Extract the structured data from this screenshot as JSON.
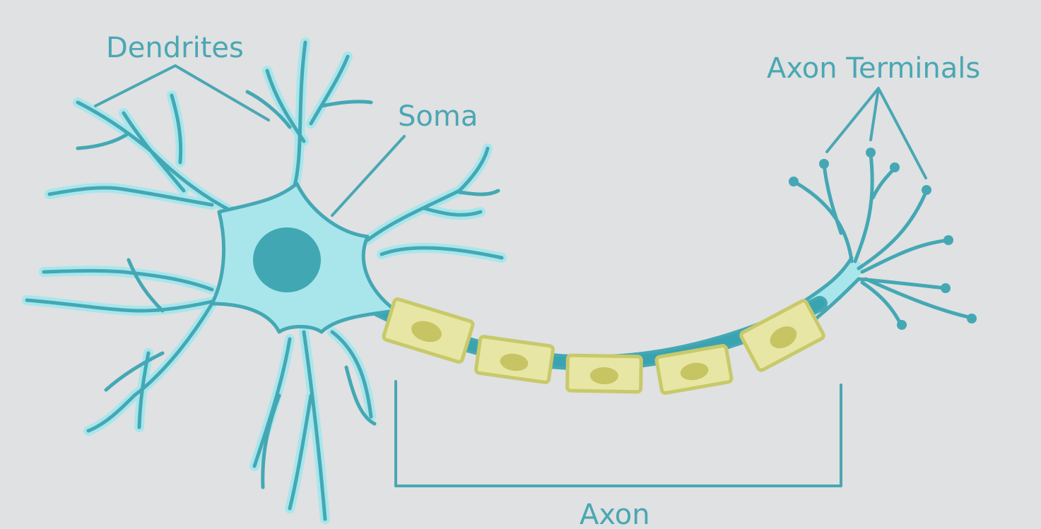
{
  "labels": {
    "dendrites": "Dendrites",
    "soma": "Soma",
    "axon_terminals": "Axon Terminals",
    "axon": "Axon"
  },
  "colors": {
    "background": "#dfe1e2",
    "outline": "#44a8b4",
    "cell_fill": "#a8e6ec",
    "nucleus": "#41a8b3",
    "myelin_fill": "#e8e6a4",
    "myelin_stroke": "#c8c96a",
    "myelin_nucleus": "#c7c463",
    "node_of_ranvier": "#3aa3b2",
    "label_text": "#4aa7b3"
  }
}
